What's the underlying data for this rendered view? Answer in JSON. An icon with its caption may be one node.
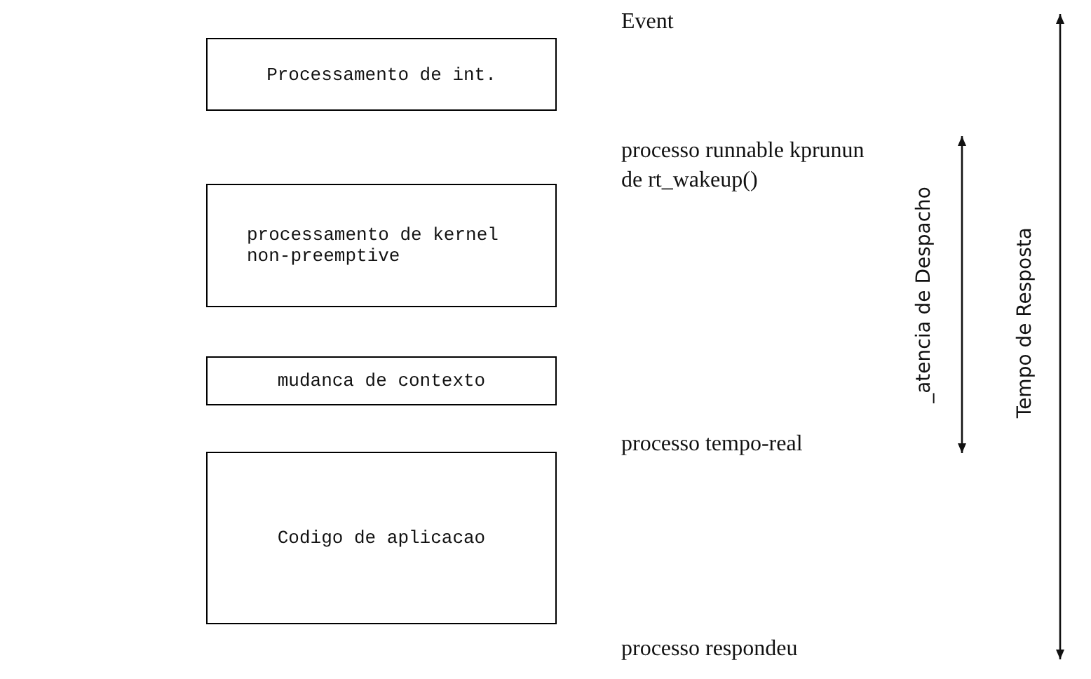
{
  "diagram": {
    "nodes": [
      {
        "text": [
          "Processamento de int."
        ]
      },
      {
        "text": [
          "processamento de kernel non-preemptive"
        ]
      },
      {
        "text": [
          "mudanca de contexto"
        ]
      },
      {
        "text": [
          "Codigo de aplicacao"
        ]
      }
    ],
    "labels": [
      "Event",
      "processo runnable kprunun de rt_wakeup()",
      "processo tempo-real",
      "processo respondeu",
      "_atencia de Despacho",
      "Tempo de Resposta"
    ]
  }
}
